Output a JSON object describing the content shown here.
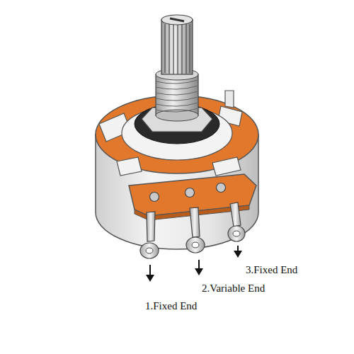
{
  "diagram": {
    "labels": [
      "1.Fixed End",
      "2.Variable End",
      "3.Fixed End"
    ]
  }
}
